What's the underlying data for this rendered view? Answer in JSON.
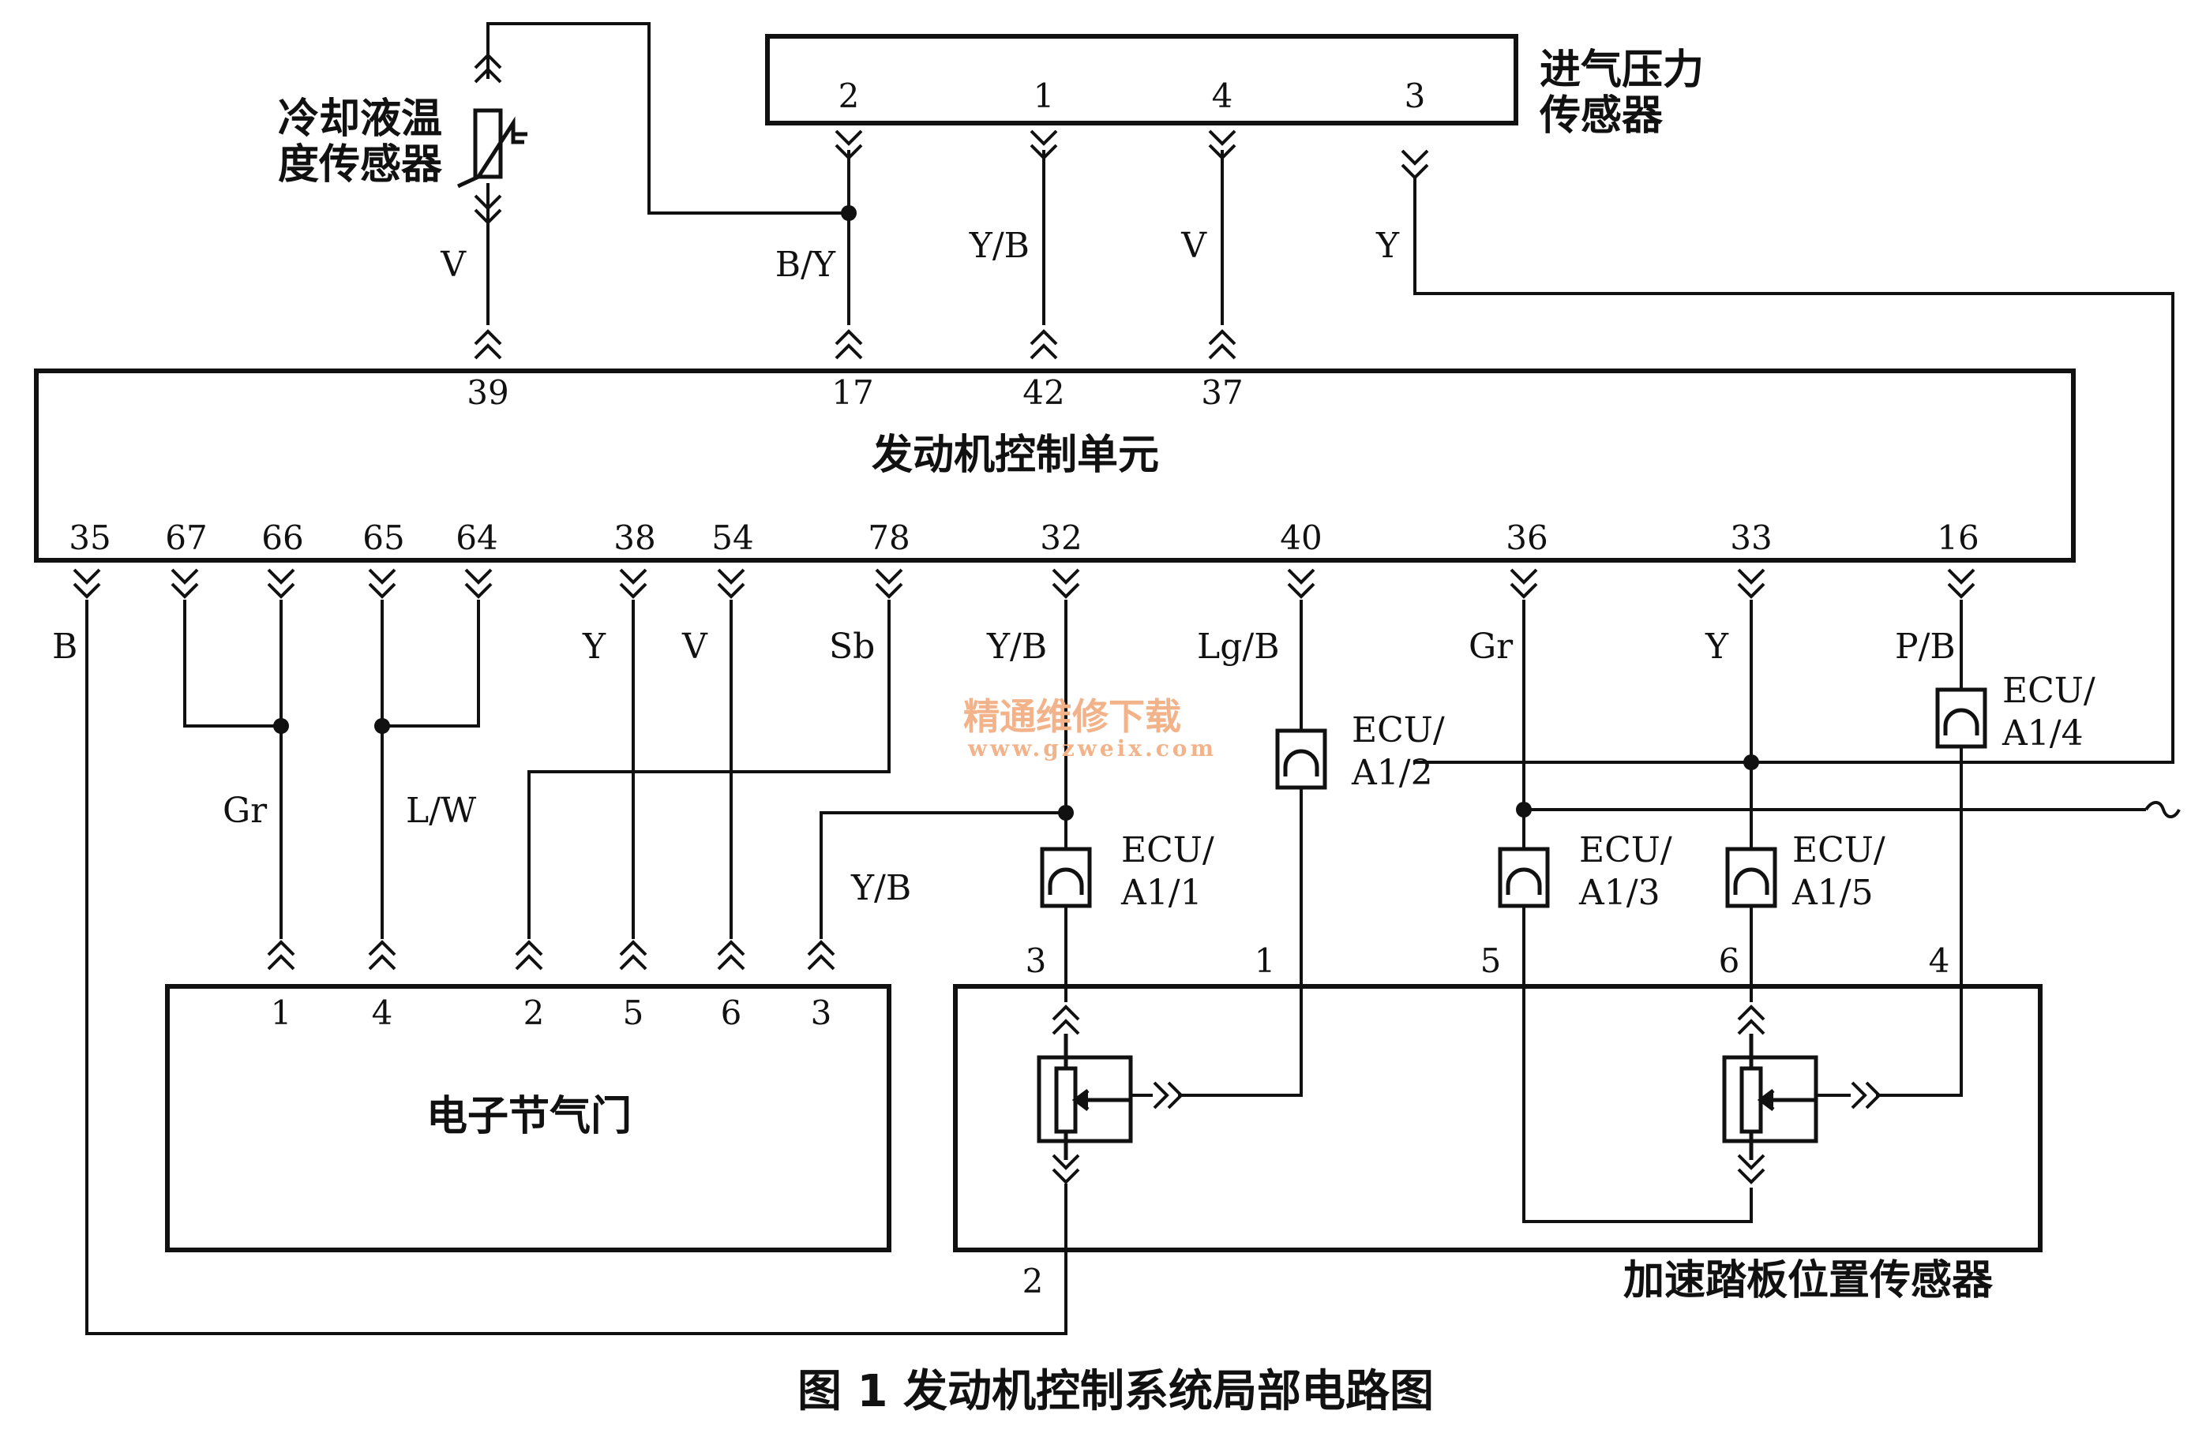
{
  "map_sensor": {
    "name_line1": "进气压力",
    "name_line2": "传感器",
    "pins": [
      "2",
      "1",
      "4",
      "3"
    ],
    "wires": [
      "B/Y",
      "Y/B",
      "V",
      "Y"
    ]
  },
  "coolant_sensor": {
    "name_line1": "冷却液温",
    "name_line2": "度传感器",
    "wire": "V"
  },
  "ecm": {
    "name": "发动机控制单元",
    "top_pins": [
      "39",
      "17",
      "42",
      "37"
    ],
    "bottom_pins": [
      "35",
      "67",
      "66",
      "65",
      "64",
      "38",
      "54",
      "78",
      "32",
      "40",
      "36",
      "33",
      "16"
    ],
    "bottom_wires": [
      "B",
      "Y",
      "V",
      "Sb",
      "Y/B",
      "Lg/B",
      "Gr",
      "Y",
      "P/B"
    ]
  },
  "throttle": {
    "name": "电子节气门",
    "wires": [
      "Gr",
      "L/W",
      "Y/B"
    ],
    "pins": [
      "1",
      "4",
      "2",
      "5",
      "6",
      "3"
    ]
  },
  "pedal": {
    "name": "加速踏板位置传感器",
    "pins": [
      "3",
      "1",
      "5",
      "6",
      "4",
      "2"
    ]
  },
  "splices": {
    "a1_1": [
      "ECU/",
      "A1/1"
    ],
    "a1_2": [
      "ECU/",
      "A1/2"
    ],
    "a1_3": [
      "ECU/",
      "A1/3"
    ],
    "a1_4": [
      "ECU/",
      "A1/4"
    ],
    "a1_5": [
      "ECU/",
      "A1/5"
    ]
  },
  "watermark": {
    "cn": "精通维修下载",
    "url": "www.gzweix.com"
  },
  "caption": "图 1   发动机控制系统局部电路图"
}
